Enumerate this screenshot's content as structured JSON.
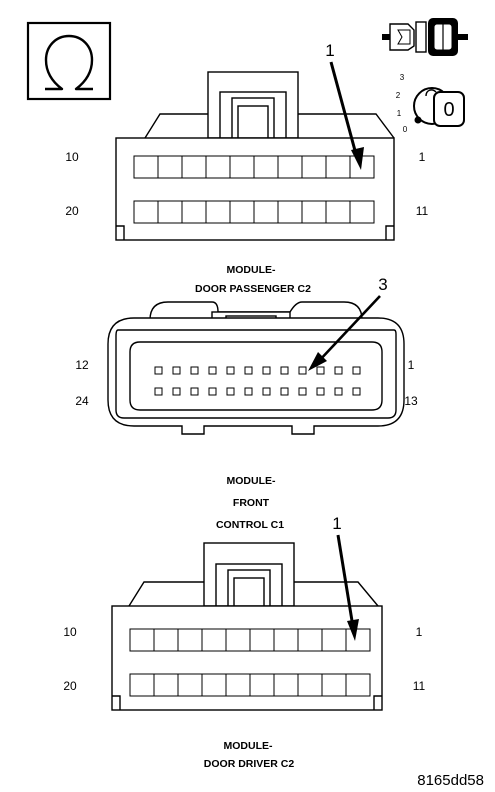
{
  "legend": {
    "ohm_symbol": "ohm-symbol-icon"
  },
  "tool_inset": {
    "icon": "probe-tool-icon",
    "switch_icon": "key-switch-icon",
    "positions": [
      "3",
      "2",
      "1",
      "0"
    ],
    "key_label": "0"
  },
  "connectors": [
    {
      "id": "door_passenger_c2",
      "caption_lines": [
        "MODULE-",
        "DOOR PASSENGER C2"
      ],
      "callout": "1",
      "pin_labels": {
        "top_left": "10",
        "top_right": "1",
        "bottom_left": "20",
        "bottom_right": "11"
      },
      "rows": 2,
      "cols": 10
    },
    {
      "id": "front_control_c1",
      "caption_lines": [
        "MODULE-",
        "FRONT",
        "CONTROL C1"
      ],
      "callout": "3",
      "pin_labels": {
        "top_left": "12",
        "top_right": "1",
        "bottom_left": "24",
        "bottom_right": "13"
      },
      "rows": 2,
      "cols": 12
    },
    {
      "id": "door_driver_c2",
      "caption_lines": [
        "MODULE-",
        "DOOR DRIVER C2"
      ],
      "callout": "1",
      "pin_labels": {
        "top_left": "10",
        "top_right": "1",
        "bottom_left": "20",
        "bottom_right": "11"
      },
      "rows": 2,
      "cols": 10
    }
  ],
  "figure_ref": "8165dd58"
}
